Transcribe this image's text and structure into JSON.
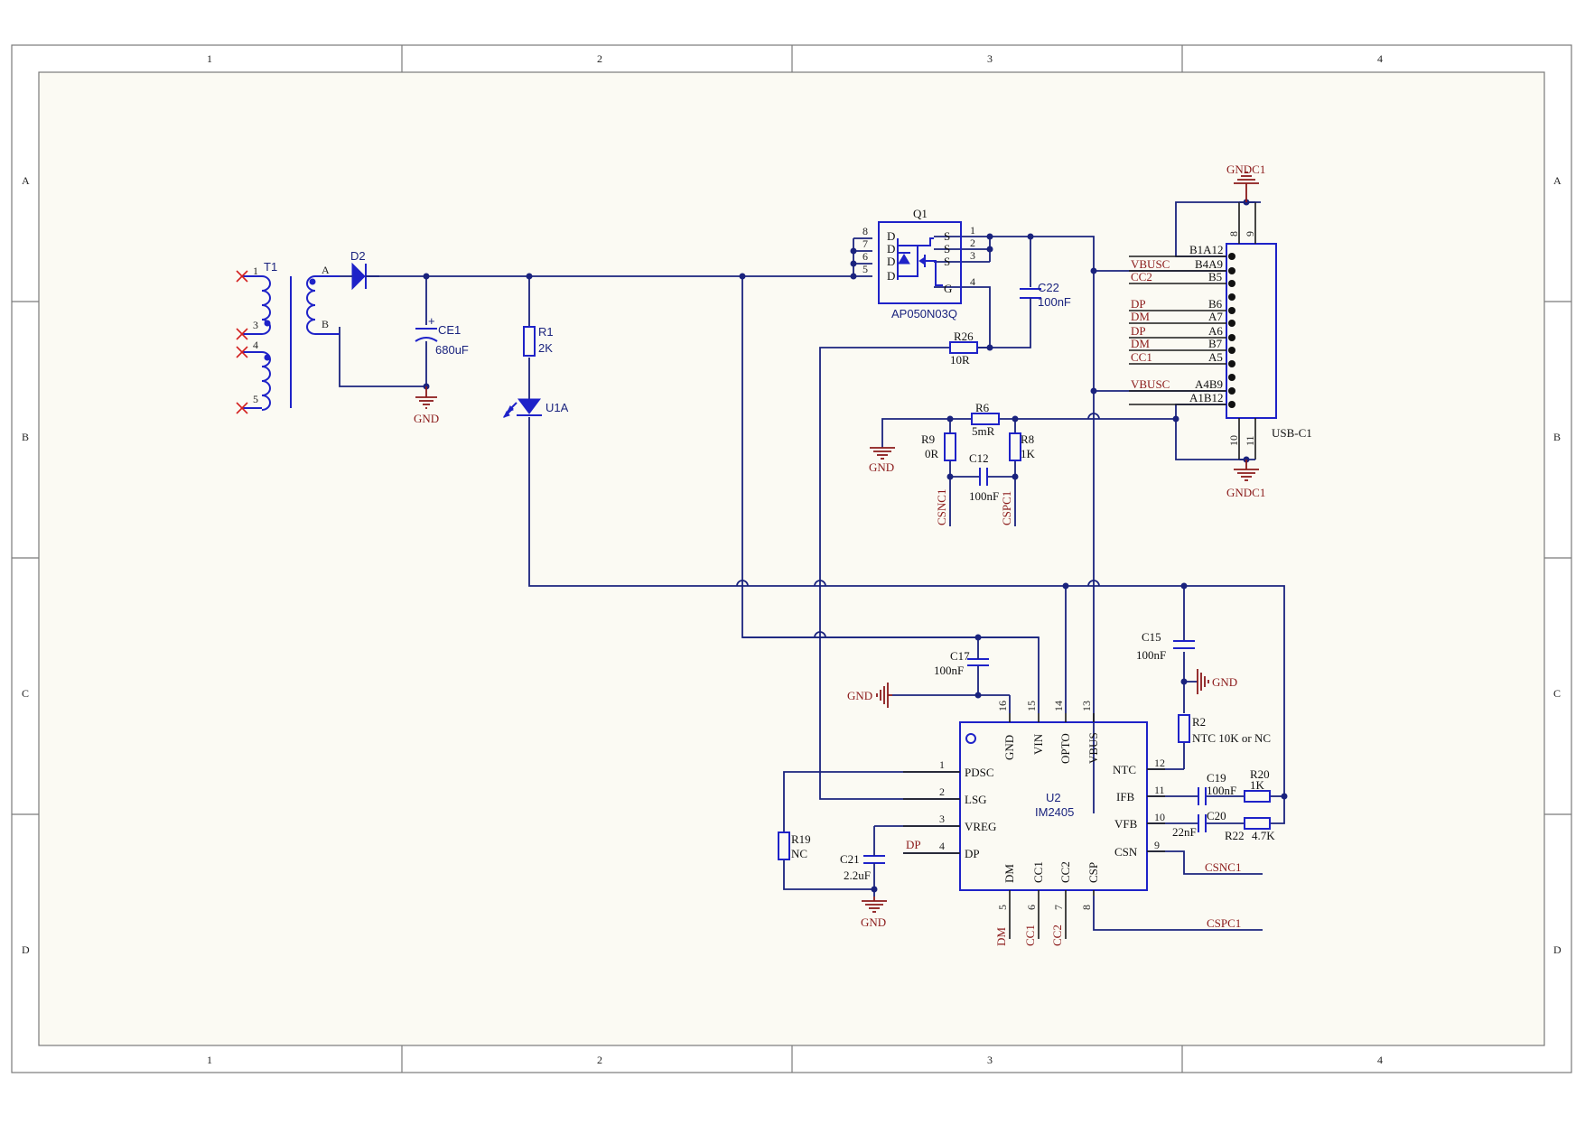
{
  "border": {
    "cols": [
      "1",
      "2",
      "3",
      "4"
    ],
    "rows": [
      "A",
      "B",
      "C",
      "D"
    ]
  },
  "colors": {
    "wire": "#1a237e",
    "symbol": "#1e22c8",
    "net_label": "#8b1a1a",
    "no_connect": "#d32020",
    "paper": "#fbfaf3"
  },
  "components": {
    "T1": {
      "ref": "T1",
      "pins": [
        "1",
        "3",
        "4",
        "5"
      ],
      "sec_a": "A",
      "sec_b": "B"
    },
    "D2": {
      "ref": "D2"
    },
    "CE1": {
      "ref": "CE1",
      "value": "680uF"
    },
    "R1": {
      "ref": "R1",
      "value": "2K"
    },
    "U1A": {
      "ref": "U1A"
    },
    "Q1": {
      "ref": "Q1",
      "part": "AP050N03Q",
      "left_pins": [
        "8",
        "7",
        "6",
        "5"
      ],
      "right_pins": [
        "1",
        "2",
        "3",
        "4"
      ],
      "d_labels": [
        "D",
        "D",
        "D",
        "D"
      ],
      "s_labels": [
        "S",
        "S",
        "S"
      ],
      "g_label": "G"
    },
    "C22": {
      "ref": "C22",
      "value": "100nF"
    },
    "R26": {
      "ref": "R26",
      "value": "10R"
    },
    "R6": {
      "ref": "R6",
      "value": "5mR"
    },
    "R9": {
      "ref": "R9",
      "value": "0R"
    },
    "R8": {
      "ref": "R8",
      "value": "1K"
    },
    "C12": {
      "ref": "C12",
      "value": "100nF"
    },
    "USBC": {
      "ref": "USB-C1",
      "top_pins": [
        "8",
        "9"
      ],
      "bottom_pins": [
        "10",
        "11"
      ],
      "pins": [
        "B1A12",
        "B4A9",
        "B5",
        "B6",
        "A7",
        "A6",
        "B7",
        "A5",
        "A4B9",
        "A1B12"
      ],
      "nets": [
        "",
        "VBUSC",
        "CC2",
        "DP",
        "DM",
        "DP",
        "DM",
        "CC1",
        "VBUSC",
        ""
      ]
    },
    "C17": {
      "ref": "C17",
      "value": "100nF"
    },
    "C15": {
      "ref": "C15",
      "value": "100nF"
    },
    "R2": {
      "ref": "R2",
      "value": "NTC 10K or NC"
    },
    "C19": {
      "ref": "C19",
      "value": "100nF"
    },
    "R20": {
      "ref": "R20",
      "value": "1K"
    },
    "C20": {
      "ref": "C20",
      "value": "22nF"
    },
    "R22": {
      "ref": "R22",
      "value": "4.7K"
    },
    "R19": {
      "ref": "R19",
      "value": "NC"
    },
    "C21": {
      "ref": "C21",
      "value": "2.2uF"
    },
    "U2": {
      "ref": "U2",
      "part": "IM2405",
      "left": [
        {
          "num": "1",
          "name": "PDSC"
        },
        {
          "num": "2",
          "name": "LSG"
        },
        {
          "num": "3",
          "name": "VREG"
        },
        {
          "num": "4",
          "name": "DP"
        }
      ],
      "top": [
        {
          "num": "16",
          "name": "GND"
        },
        {
          "num": "15",
          "name": "VIN"
        },
        {
          "num": "14",
          "name": "OPTO"
        },
        {
          "num": "13",
          "name": "VBUS"
        }
      ],
      "right": [
        {
          "num": "12",
          "name": "NTC"
        },
        {
          "num": "11",
          "name": "IFB"
        },
        {
          "num": "10",
          "name": "VFB"
        },
        {
          "num": "9",
          "name": "CSN"
        }
      ],
      "bottom": [
        {
          "num": "5",
          "name": "DM"
        },
        {
          "num": "6",
          "name": "CC1"
        },
        {
          "num": "7",
          "name": "CC2"
        },
        {
          "num": "8",
          "name": "CSP"
        }
      ]
    }
  },
  "nets": {
    "gnd": "GND",
    "gndc1": "GNDC1",
    "csnc1": "CSNC1",
    "cspc1": "CSPC1",
    "dp": "DP",
    "dm": "DM",
    "cc1": "CC1",
    "cc2": "CC2"
  }
}
